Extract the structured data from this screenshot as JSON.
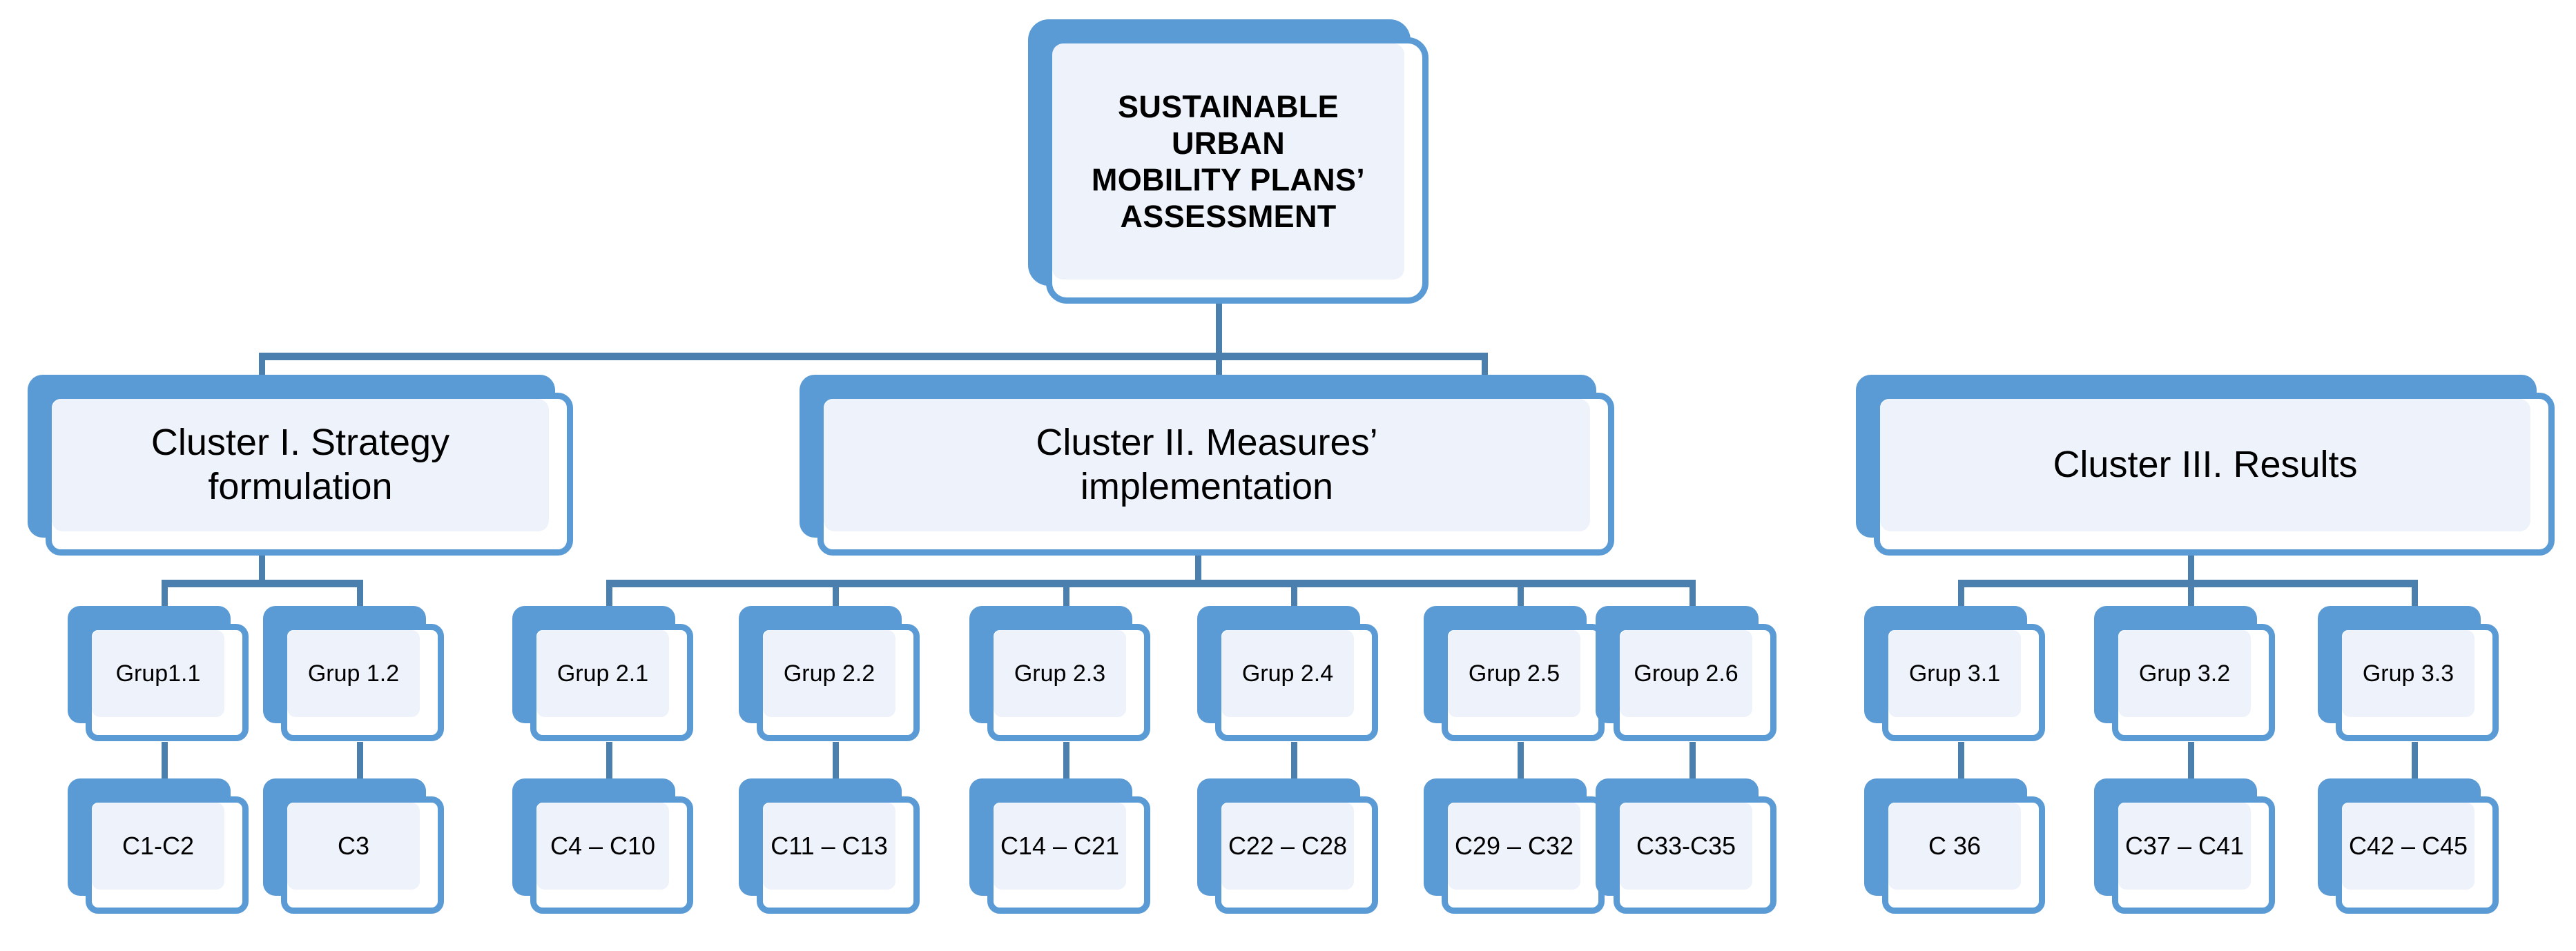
{
  "diagram": {
    "title": "Sustainable Urban Mobility Plans' Assessment hierarchy",
    "colors": {
      "node_blue": "#5b9bd5",
      "connector_blue": "#4a7fae",
      "card_fill": "#eef2fa",
      "card_white": "#ffffff",
      "text": "#000000",
      "background": "#ffffff"
    },
    "root": {
      "label": "SUSTAINABLE\nURBAN\nMOBILITY PLANS’\nASSESSMENT"
    },
    "clusters": [
      {
        "label": "Cluster I. Strategy\nformulation"
      },
      {
        "label": "Cluster II. Measures’\nimplementation"
      },
      {
        "label": "Cluster III. Results"
      }
    ],
    "groups": [
      {
        "label": "Grup1.1",
        "cluster": 0
      },
      {
        "label": "Grup 1.2",
        "cluster": 0
      },
      {
        "label": "Grup 2.1",
        "cluster": 1
      },
      {
        "label": "Grup 2.2",
        "cluster": 1
      },
      {
        "label": "Grup 2.3",
        "cluster": 1
      },
      {
        "label": "Grup 2.4",
        "cluster": 1
      },
      {
        "label": "Grup 2.5",
        "cluster": 1
      },
      {
        "label": "Group 2.6",
        "cluster": 1
      },
      {
        "label": "Grup 3.1",
        "cluster": 2
      },
      {
        "label": "Grup 3.2",
        "cluster": 2
      },
      {
        "label": "Grup 3.3",
        "cluster": 2
      }
    ],
    "criteria": [
      {
        "label": "C1-C2",
        "group": "Grup1.1"
      },
      {
        "label": "C3",
        "group": "Grup 1.2"
      },
      {
        "label": "C4 – C10",
        "group": "Grup 2.1"
      },
      {
        "label": "C11 – C13",
        "group": "Grup 2.2"
      },
      {
        "label": "C14 – C21",
        "group": "Grup 2.3"
      },
      {
        "label": "C22 – C28",
        "group": "Grup 2.4"
      },
      {
        "label": "C29 – C32",
        "group": "Grup 2.5"
      },
      {
        "label": "C33-C35",
        "group": "Group 2.6"
      },
      {
        "label": "C 36",
        "group": "Grup 3.1"
      },
      {
        "label": "C37 – C41",
        "group": "Grup 3.2"
      },
      {
        "label": "C42 – C45",
        "group": "Grup 3.3"
      }
    ]
  }
}
